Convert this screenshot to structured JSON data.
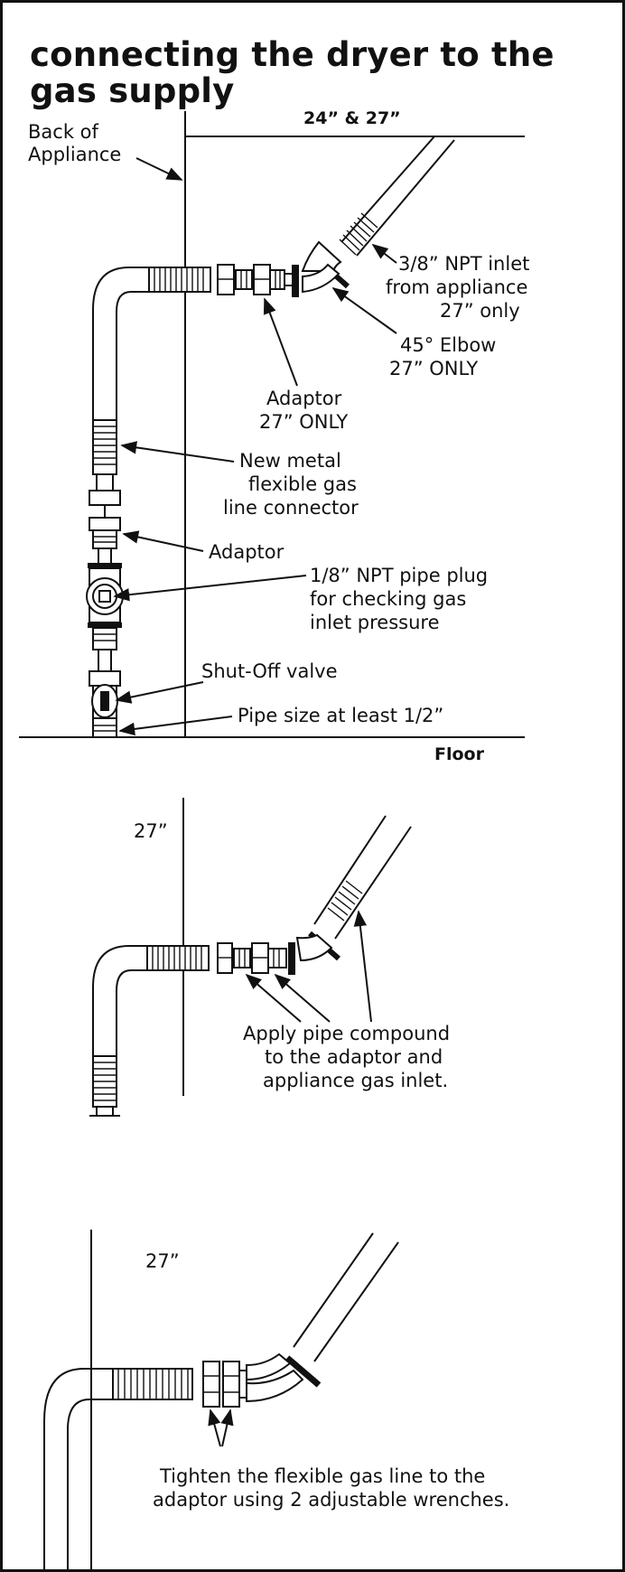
{
  "title": "connecting the dryer to the gas supply",
  "figure1": {
    "size_label": "24” & 27”",
    "back_label": [
      "Back of",
      "Appliance"
    ],
    "inlet_label": [
      "3/8” NPT inlet",
      "from appliance",
      "27” only"
    ],
    "elbow_label": [
      "45° Elbow",
      "27” ONLY"
    ],
    "adaptor27_label": [
      "Adaptor",
      "27” ONLY"
    ],
    "connector_label": [
      "New metal",
      "flexible gas",
      "line connector"
    ],
    "adaptor_label": "Adaptor",
    "plug_label": [
      "1/8” NPT pipe plug",
      "for checking gas",
      "inlet pressure"
    ],
    "valve_label": "Shut-Off valve",
    "pipe_size_label": "Pipe size at least 1/2”",
    "floor_label": "Floor"
  },
  "figure2": {
    "size_label": "27”",
    "note": [
      "Apply pipe compound",
      "to the adaptor and",
      "appliance gas inlet."
    ]
  },
  "figure3": {
    "size_label": "27”",
    "note": [
      "Tighten the flexible gas line to the",
      "adaptor using 2 adjustable wrenches."
    ]
  }
}
